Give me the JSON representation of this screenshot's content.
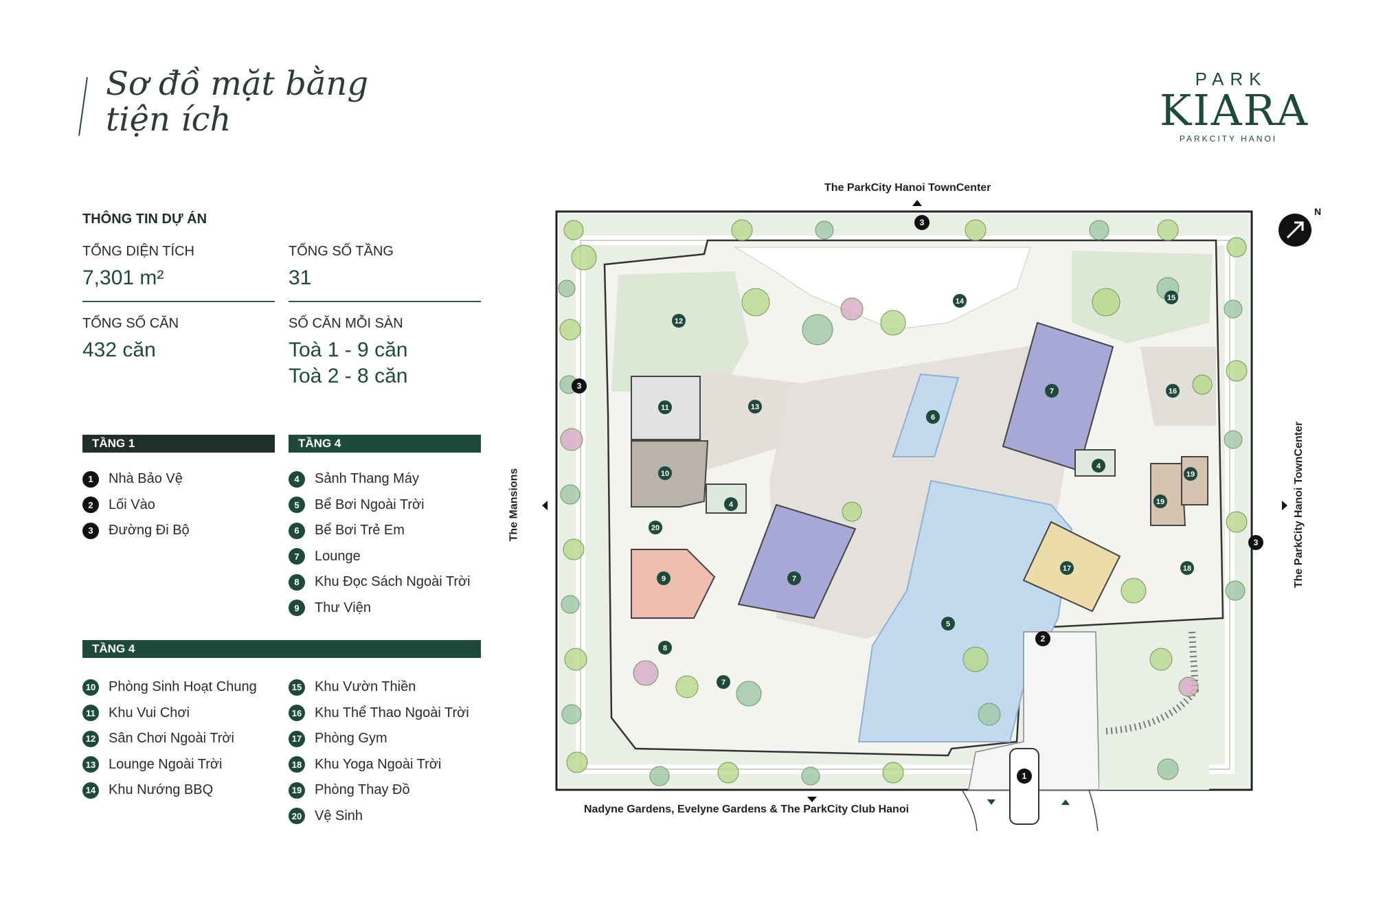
{
  "title": {
    "line1": "Sơ đồ mặt bằng",
    "line2": "tiện ích"
  },
  "logo": {
    "top": "PARK",
    "main": "KIARA",
    "sub": "PARKCITY HANOI"
  },
  "info": {
    "heading": "THÔNG TIN DỰ ÁN",
    "total_area": {
      "label": "TỔNG DIỆN TÍCH",
      "value": "7,301  m²"
    },
    "total_floors": {
      "label": "TỔNG SỐ TẦNG",
      "value": "31"
    },
    "total_units": {
      "label": "TỔNG SỐ CĂN",
      "value": "432 căn"
    },
    "units_per_floor": {
      "label": "SỐ CĂN MỖI SÀN",
      "value1": "Toà 1 - 9 căn",
      "value2": "Toà 2 - 8 căn"
    }
  },
  "floor1": {
    "heading": "TẦNG 1",
    "items": [
      {
        "n": "1",
        "label": "Nhà Bảo Vệ"
      },
      {
        "n": "2",
        "label": "Lối Vào"
      },
      {
        "n": "3",
        "label": "Đường Đi Bộ"
      }
    ]
  },
  "floor4a": {
    "heading": "TẦNG 4",
    "items": [
      {
        "n": "4",
        "label": "Sảnh Thang Máy"
      },
      {
        "n": "5",
        "label": "Bể Bơi Ngoài Trời"
      },
      {
        "n": "6",
        "label": "Bể Bơi Trẻ Em"
      },
      {
        "n": "7",
        "label": "Lounge"
      },
      {
        "n": "8",
        "label": "Khu Đọc Sách Ngoài Trời"
      },
      {
        "n": "9",
        "label": "Thư Viện"
      }
    ]
  },
  "floor4b": {
    "heading": "TẦNG 4",
    "col1": [
      {
        "n": "10",
        "label": "Phòng Sinh Hoạt Chung"
      },
      {
        "n": "11",
        "label": "Khu Vui Chơi"
      },
      {
        "n": "12",
        "label": "Sân Chơi Ngoài Trời"
      },
      {
        "n": "13",
        "label": "Lounge Ngoài Trời"
      },
      {
        "n": "14",
        "label": "Khu Nướng BBQ"
      }
    ],
    "col2": [
      {
        "n": "15",
        "label": "Khu Vườn Thiền"
      },
      {
        "n": "16",
        "label": "Khu Thể Thao Ngoài Trời"
      },
      {
        "n": "17",
        "label": "Phòng Gym"
      },
      {
        "n": "18",
        "label": "Khu Yoga Ngoài Trời"
      },
      {
        "n": "19",
        "label": "Phòng Thay Đồ"
      },
      {
        "n": "20",
        "label": "Vệ Sinh"
      }
    ]
  },
  "map": {
    "north": "N",
    "road_top": "The ParkCity Hanoi TownCenter",
    "road_left": "The Mansions",
    "road_right": "The ParkCity Hanoi TownCenter",
    "road_bottom": "Nadyne Gardens, Evelyne Gardens & The ParkCity Club Hanoi",
    "colors": {
      "green_badge": "#1d4a3b",
      "lounge_block": "#a7a8d6",
      "gym_block": "#ecdcaa",
      "library_block": "#eebfb0",
      "pool": "#c3d9ee",
      "garden": "#e4ecdf",
      "deck": "#e2ded8"
    },
    "markers": [
      "1",
      "2",
      "3",
      "3",
      "3",
      "4",
      "4",
      "5",
      "6",
      "7",
      "7",
      "7",
      "8",
      "9",
      "10",
      "11",
      "12",
      "13",
      "14",
      "15",
      "16",
      "17",
      "18",
      "19",
      "19",
      "20"
    ]
  }
}
